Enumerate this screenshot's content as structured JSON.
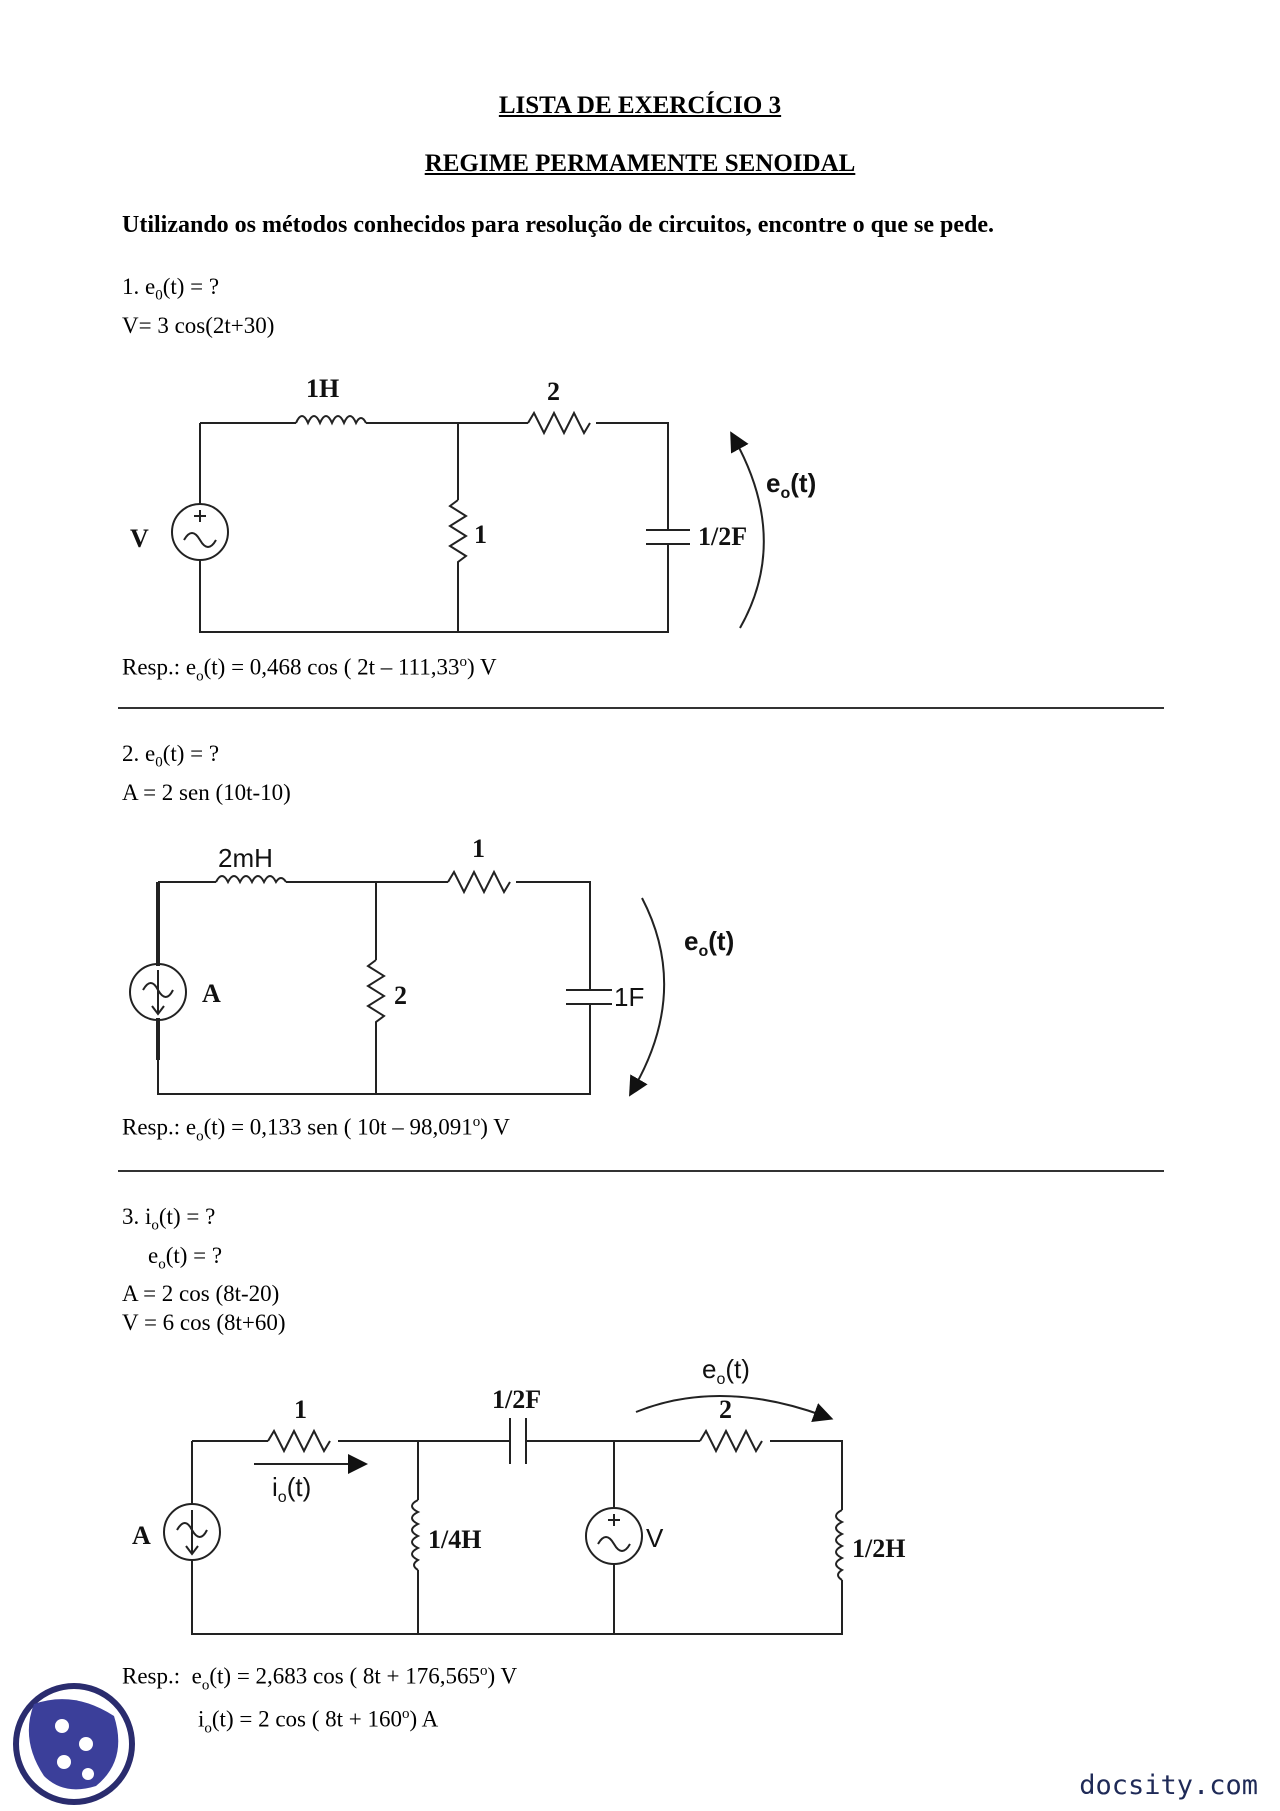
{
  "header": {
    "title": "LISTA DE EXERCÍCIO 3",
    "subtitle": "REGIME PERMAMENTE SENOIDAL"
  },
  "instructions": "Utilizando os métodos conhecidos para resolução de circuitos, encontre o que se pede.",
  "exercises": [
    {
      "q_prefix": "1. e",
      "q_sub": "0",
      "q_suffix": "(t) = ?",
      "given": [
        "V= 3 cos(2t+30)"
      ],
      "circuit": {
        "inductor": "1H",
        "resistor_series": "2",
        "resistor_shunt": "1",
        "capacitor": "1/2F",
        "source": "V",
        "output": "e",
        "output_sub": "o",
        "output_suffix": "(t)"
      },
      "answer_label": "Resp.:",
      "answer_prefix": "e",
      "answer_sub": "o",
      "answer_main": "(t) = 0,468 cos ( 2t – 111,33",
      "answer_sup": "o",
      "answer_end": ") V"
    },
    {
      "q_prefix": "2. e",
      "q_sub": "0",
      "q_suffix": "(t) = ?",
      "given": [
        "A = 2 sen (10t-10)"
      ],
      "circuit": {
        "inductor": "2mH",
        "resistor_series": "1",
        "resistor_shunt": "2",
        "capacitor": "1F",
        "source": "A",
        "output": "e",
        "output_sub": "o",
        "output_suffix": "(t)"
      },
      "answer_label": "Resp.:",
      "answer_prefix": "e",
      "answer_sub": "o",
      "answer_main": "(t) = 0,133 sen ( 10t – 98,091",
      "answer_sup": "o",
      "answer_end": ") V"
    },
    {
      "q_prefix": "3. i",
      "q_sub": "o",
      "q_suffix": "(t) = ?",
      "q2_prefix": "e",
      "q2_sub": "o",
      "q2_suffix": "(t) = ?",
      "given": [
        "A = 2 cos (8t-20)",
        "V = 6 cos (8t+60)"
      ],
      "circuit": {
        "resistor_left": "1",
        "capacitor": "1/2F",
        "resistor_right": "2",
        "inductor_left": "1/4H",
        "inductor_right": "1/2H",
        "source_current": "A",
        "source_voltage": "V",
        "current": "i",
        "current_sub": "o",
        "current_suffix": "(t)",
        "output": "e",
        "output_sub": "o",
        "output_suffix": "(t)"
      },
      "answer_label": "Resp.:",
      "answer1_prefix": "e",
      "answer1_sub": "o",
      "answer1_main": "(t) = 2,683 cos ( 8t + 176,565",
      "answer1_sup": "o",
      "answer1_end": ") V",
      "answer2_prefix": "i",
      "answer2_sub": "o",
      "answer2_main": "(t) = 2 cos ( 8t + 160",
      "answer2_sup": "o",
      "answer2_end": ") A"
    }
  ],
  "footer": {
    "watermark": "docsity.com"
  },
  "colors": {
    "logo": "#3b3f9a",
    "logo_ring": "#2a2c6e"
  }
}
